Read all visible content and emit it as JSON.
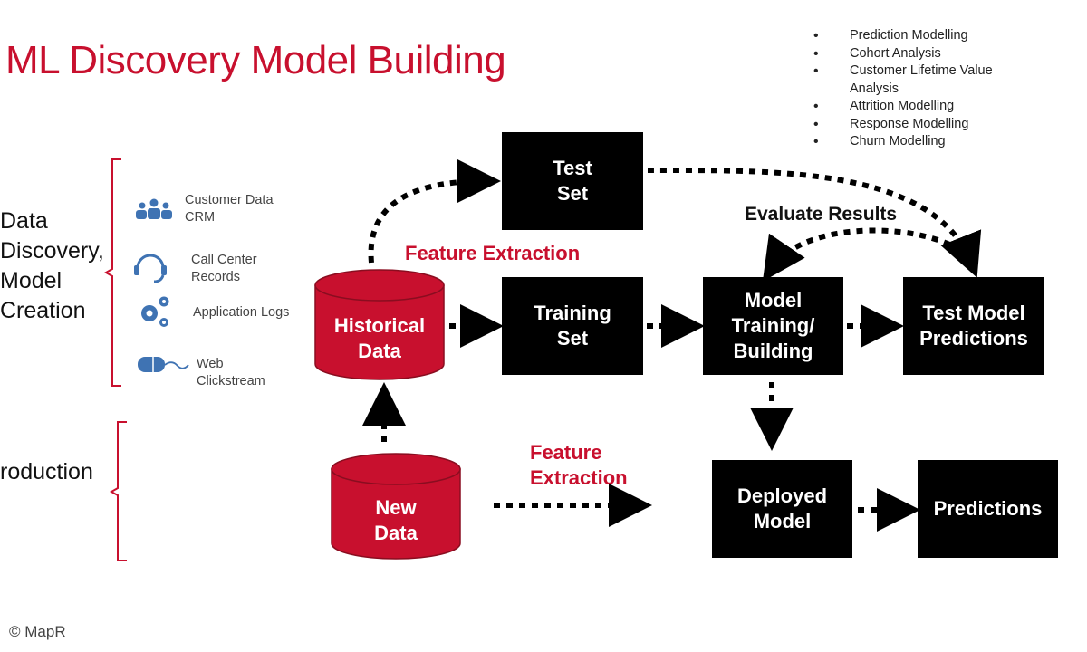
{
  "title": "ML Discovery Model Building",
  "use_cases": [
    "Prediction Modelling",
    "Cohort Analysis",
    "Customer Lifetime Value Analysis",
    "Attrition Modelling",
    "Response Modelling",
    "Churn Modelling"
  ],
  "sections": {
    "discovery": [
      "Data",
      "Discovery,",
      "Model",
      "Creation"
    ],
    "production": "roduction"
  },
  "sources": {
    "customer": [
      "Customer Data",
      "CRM"
    ],
    "callcenter": [
      "Call Center",
      "Records"
    ],
    "applogs": "Application Logs",
    "web": [
      "Web",
      "Clickstream"
    ]
  },
  "cylinders": {
    "historical": [
      "Historical",
      "Data"
    ],
    "new": [
      "New",
      "Data"
    ]
  },
  "boxes": {
    "test_set": [
      "Test",
      "Set"
    ],
    "training_set": [
      "Training",
      "Set"
    ],
    "model_training": [
      "Model",
      "Training/",
      "Building"
    ],
    "test_predictions": [
      "Test Model",
      "Predictions"
    ],
    "deployed_model": [
      "Deployed",
      "Model"
    ],
    "predictions": "Predictions"
  },
  "labels": {
    "feature_extraction_top": "Feature Extraction",
    "feature_extraction_bottom": [
      "Feature",
      "Extraction"
    ],
    "evaluate_results": "Evaluate Results"
  },
  "copyright": "© MapR",
  "colors": {
    "accent": "#c8102e",
    "box": "#000000",
    "icon": "#3f73b3"
  }
}
